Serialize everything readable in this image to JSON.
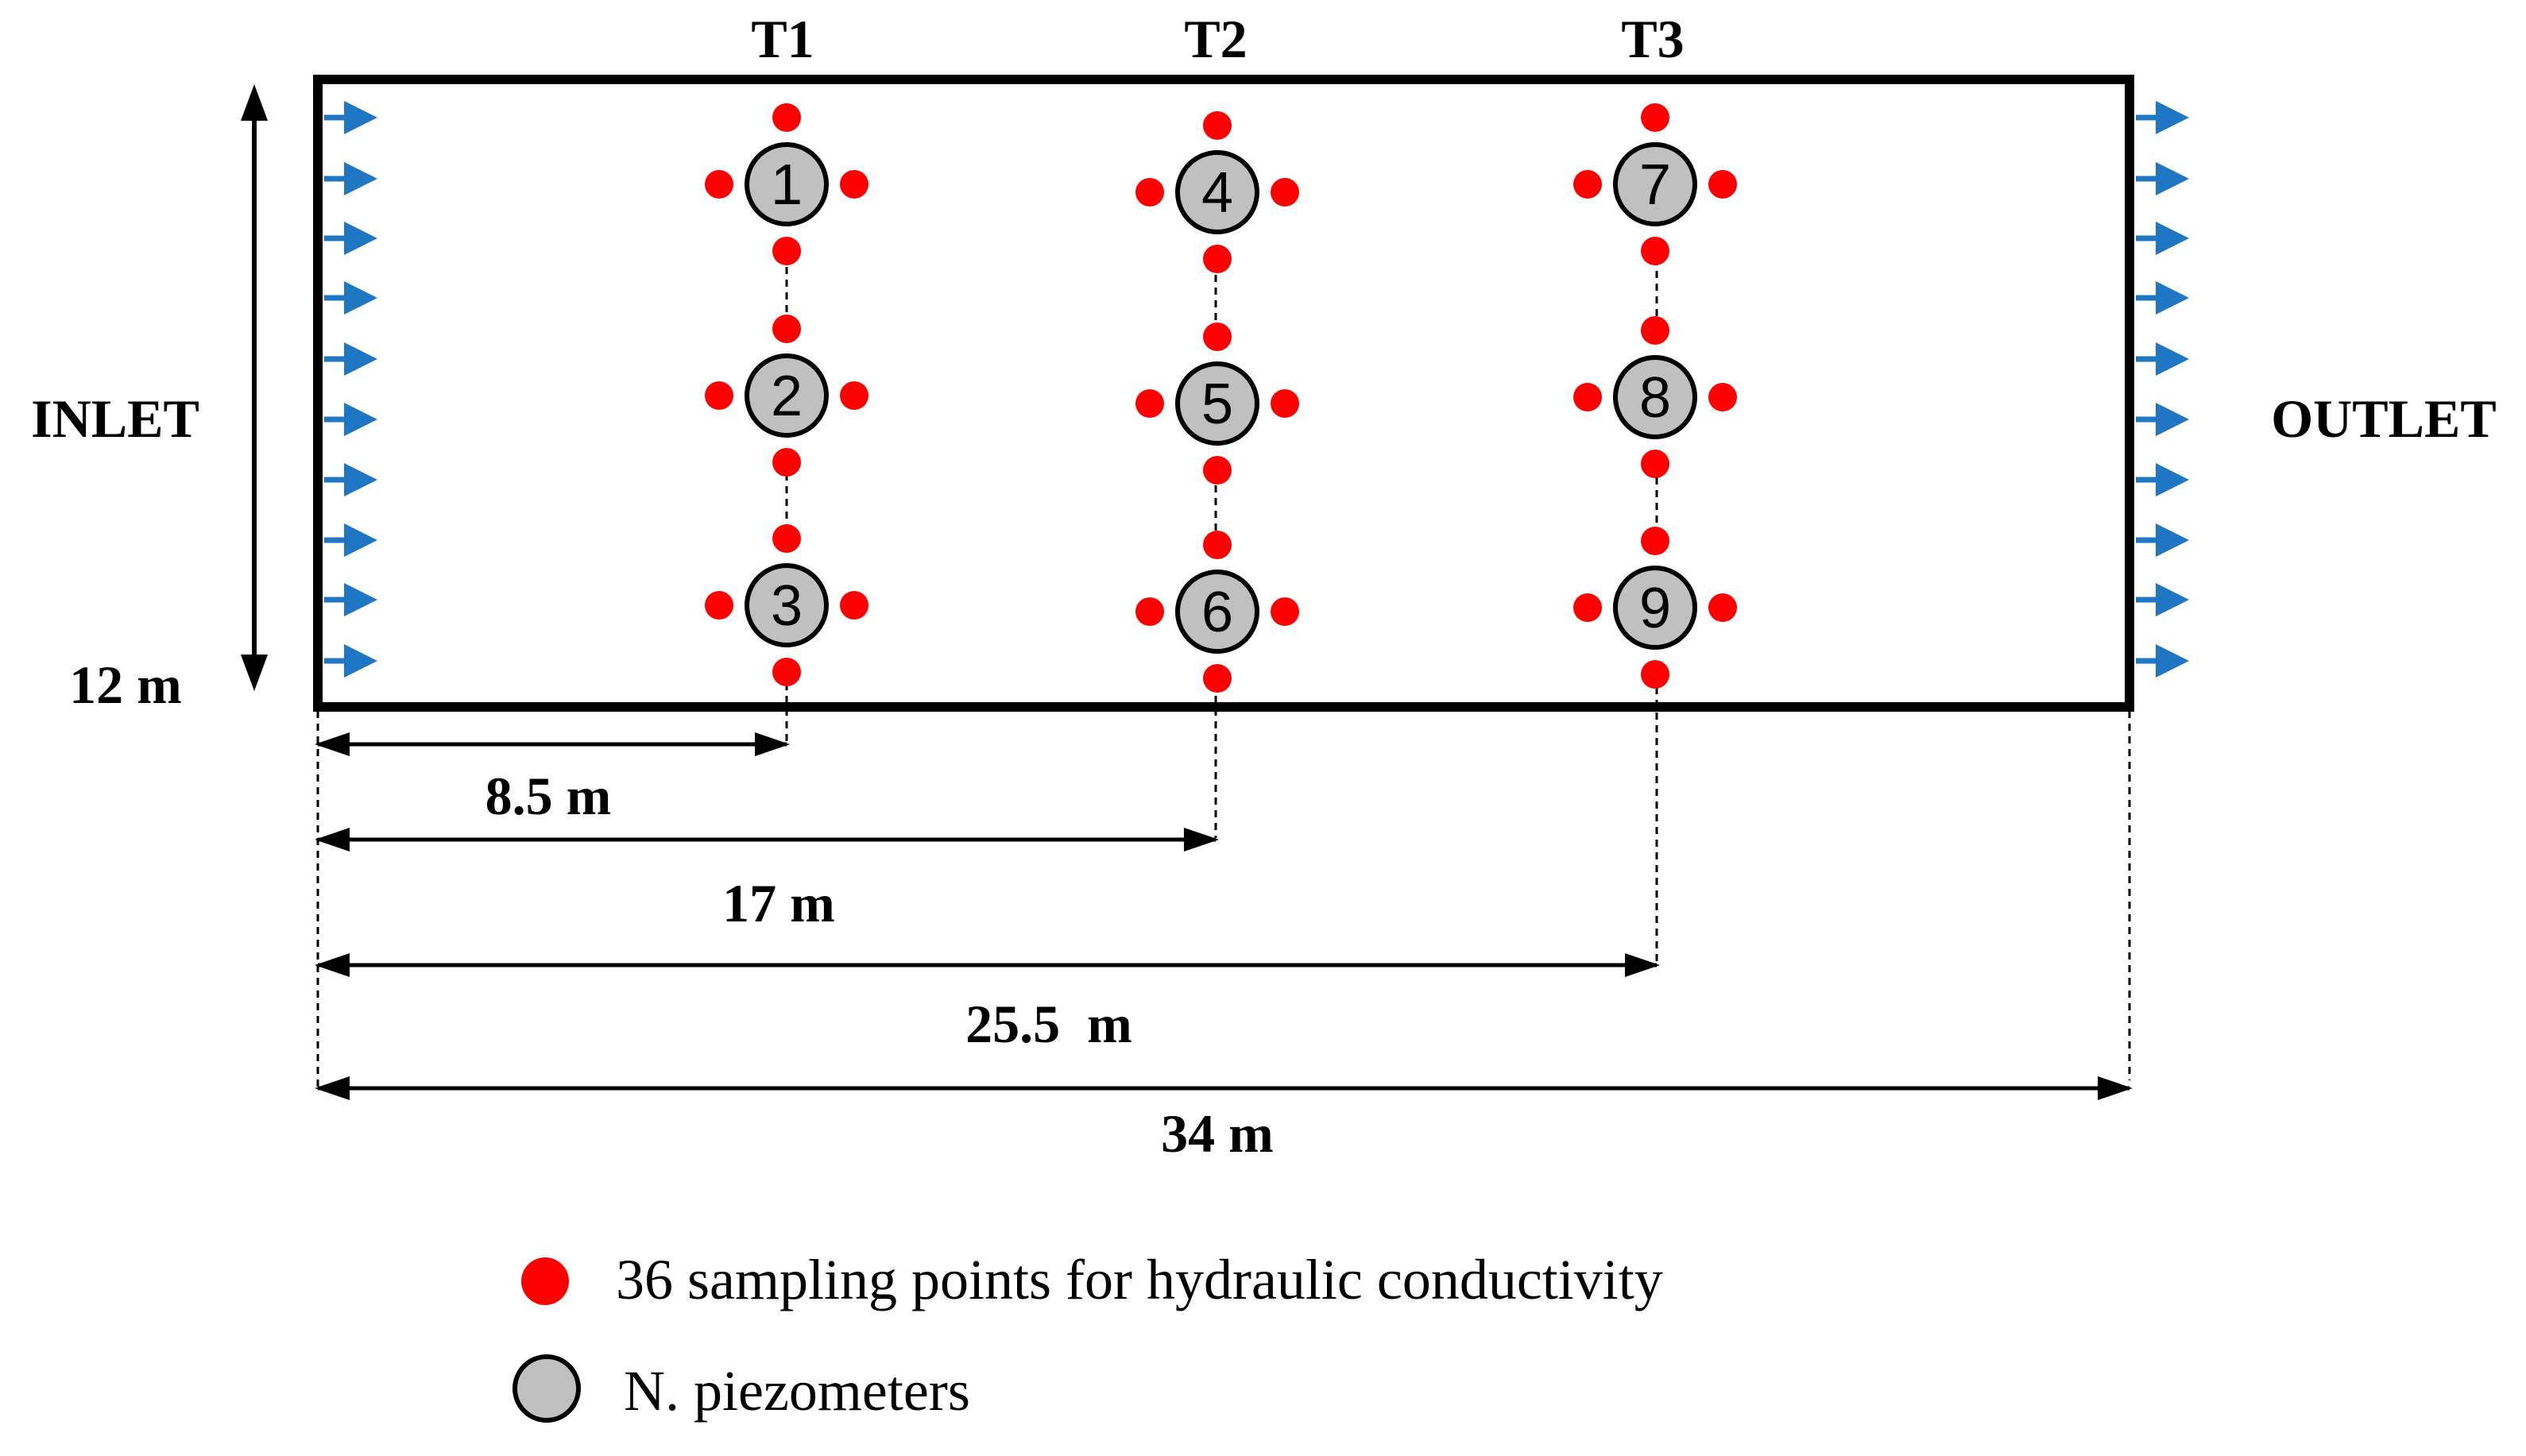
{
  "transects": [
    {
      "label": "T1",
      "piezometers": [
        "1",
        "2",
        "3"
      ]
    },
    {
      "label": "T2",
      "piezometers": [
        "4",
        "5",
        "6"
      ]
    },
    {
      "label": "T3",
      "piezometers": [
        "7",
        "8",
        "9"
      ]
    }
  ],
  "inlet_label": "INLET",
  "outlet_label": "OUTLET",
  "height_label": "12 m",
  "distances": [
    "8.5 m",
    "17 m",
    "25.5  m",
    "34 m"
  ],
  "legend": {
    "sampling": "36 sampling points for hydraulic conductivity",
    "piezometers": "N. piezometers"
  },
  "colors": {
    "sampling_point": "#ff0000",
    "piezometer_fill": "#c0c0c0",
    "flow_arrow": "#1f77c4",
    "outline": "#000000"
  }
}
